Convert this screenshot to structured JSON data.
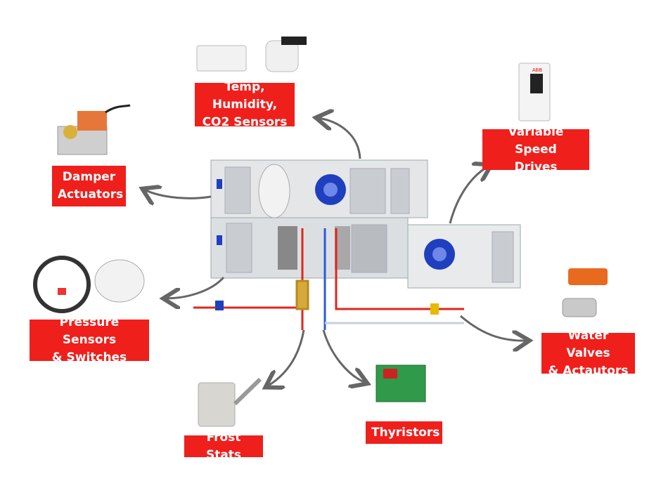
{
  "colors": {
    "label_bg": "#ef1f1c",
    "label_text": "#ffffff",
    "arrow": "#666666",
    "hot_pipe": "#e0261e",
    "cold_pipe": "#2a5bd7"
  },
  "labels": {
    "temp": [
      "Temp, Humidity,",
      "CO2 Sensors"
    ],
    "vsd": [
      "Variable Speed",
      "Drives"
    ],
    "damper": [
      "Damper",
      "Actuators"
    ],
    "pressure": [
      "Pressure Sensors",
      "& Switches"
    ],
    "valves": [
      "Water Valves",
      "& Actautors"
    ],
    "frost": [
      "Frost Stats"
    ],
    "thyristors": [
      "Thyristors"
    ]
  },
  "logos": {
    "vsd_brand": "ABB"
  }
}
